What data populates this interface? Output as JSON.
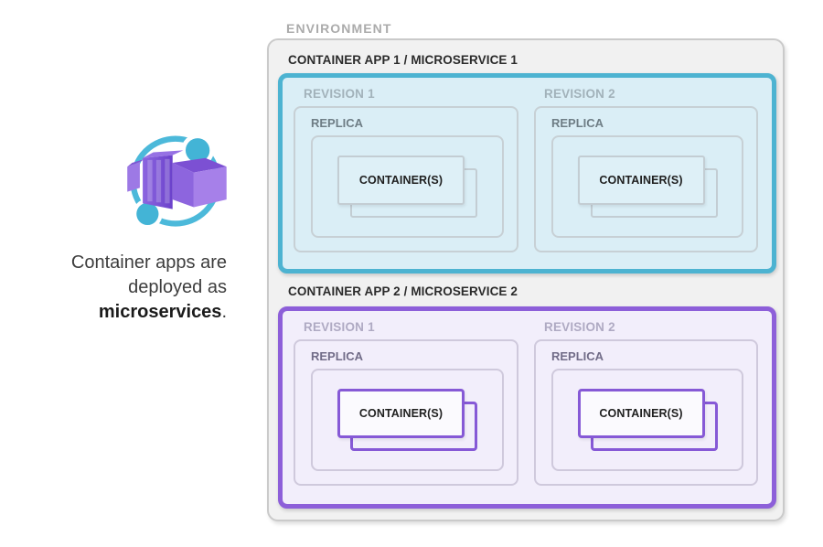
{
  "left_panel": {
    "icon": "azure-container-apps-icon",
    "caption_lines": [
      "Container apps are",
      "deployed as"
    ],
    "caption_emphasis": "microservices",
    "caption_suffix": "."
  },
  "environment": {
    "label": "ENVIRONMENT",
    "apps": [
      {
        "label": "CONTAINER APP 1 / MICROSERVICE 1",
        "accent_color": "#4db3d1",
        "fill_color": "#daeef6",
        "revisions": [
          {
            "label": "REVISION 1",
            "replica": {
              "label": "REPLICA",
              "containers_label": "CONTAINER(S)"
            }
          },
          {
            "label": "REVISION 2",
            "replica": {
              "label": "REPLICA",
              "containers_label": "CONTAINER(S)"
            }
          }
        ]
      },
      {
        "label": "CONTAINER APP 2 / MICROSERVICE 2",
        "accent_color": "#8d5fd9",
        "fill_color": "#f2eefb",
        "revisions": [
          {
            "label": "REVISION 1",
            "replica": {
              "label": "REPLICA",
              "containers_label": "CONTAINER(S)"
            }
          },
          {
            "label": "REVISION 2",
            "replica": {
              "label": "REPLICA",
              "containers_label": "CONTAINER(S)"
            }
          }
        ]
      }
    ]
  },
  "colors": {
    "environment_fill": "#f1f1f1",
    "environment_border": "#cacaca",
    "icon_teal": "#45b6d8",
    "icon_purple_dark": "#6b41cb",
    "icon_purple_light": "#a680e9"
  }
}
